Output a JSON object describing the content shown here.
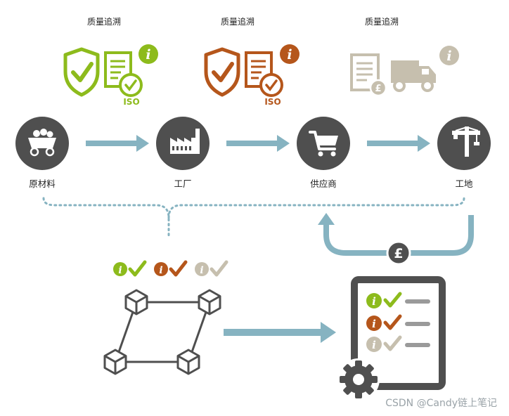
{
  "colors": {
    "green": "#8dbb1c",
    "orange": "#b5561b",
    "beige": "#c6bfae",
    "dark": "#4f4f4f",
    "teal": "#86b3c1"
  },
  "header_labels": [
    "质量追溯",
    "质量追溯",
    "质量追溯"
  ],
  "header_icons": [
    {
      "name": "quality-cert-green",
      "color": "green",
      "badge": "ISO"
    },
    {
      "name": "quality-cert-orange",
      "color": "orange",
      "badge": "ISO"
    },
    {
      "name": "invoice-truck-beige",
      "color": "beige",
      "badge": ""
    }
  ],
  "nodes": [
    {
      "label": "原材料",
      "icon": "mine-cart-icon"
    },
    {
      "label": "工厂",
      "icon": "factory-icon"
    },
    {
      "label": "供应商",
      "icon": "shopping-cart-icon"
    },
    {
      "label": "工地",
      "icon": "crane-icon"
    }
  ],
  "payment_symbol": "£",
  "invoice_symbol": "£",
  "iso_text": "ISO",
  "info_glyph": "i",
  "watermark": "CSDN @Candy链上笔记"
}
